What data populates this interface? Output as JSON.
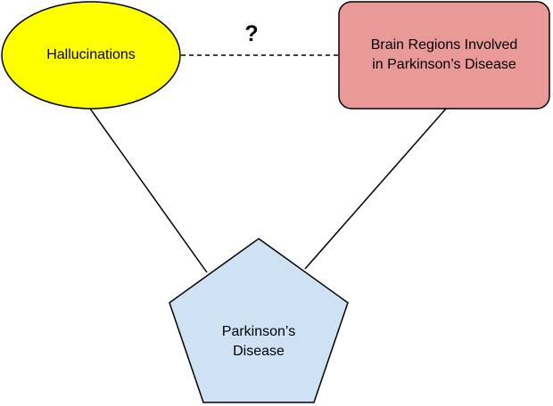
{
  "nodes": {
    "hallucinations": {
      "shape": "ellipse",
      "fill": "#ffff00",
      "label_lines": [
        "Hallucinations"
      ]
    },
    "brain_regions": {
      "shape": "rounded-rectangle",
      "fill": "#ea9999",
      "label_lines": [
        "Brain Regions Involved",
        "in Parkinson’s Disease"
      ]
    },
    "parkinsons_disease": {
      "shape": "pentagon",
      "fill": "#cfe2f3",
      "label_lines": [
        "Parkinson’s",
        "Disease"
      ]
    }
  },
  "edges": [
    {
      "from": "hallucinations",
      "to": "brain_regions",
      "style": "dashed",
      "label": "?"
    },
    {
      "from": "hallucinations",
      "to": "parkinsons_disease",
      "style": "solid"
    },
    {
      "from": "brain_regions",
      "to": "parkinsons_disease",
      "style": "solid"
    }
  ],
  "colors": {
    "stroke": "#000000",
    "background": "#ffffff"
  }
}
